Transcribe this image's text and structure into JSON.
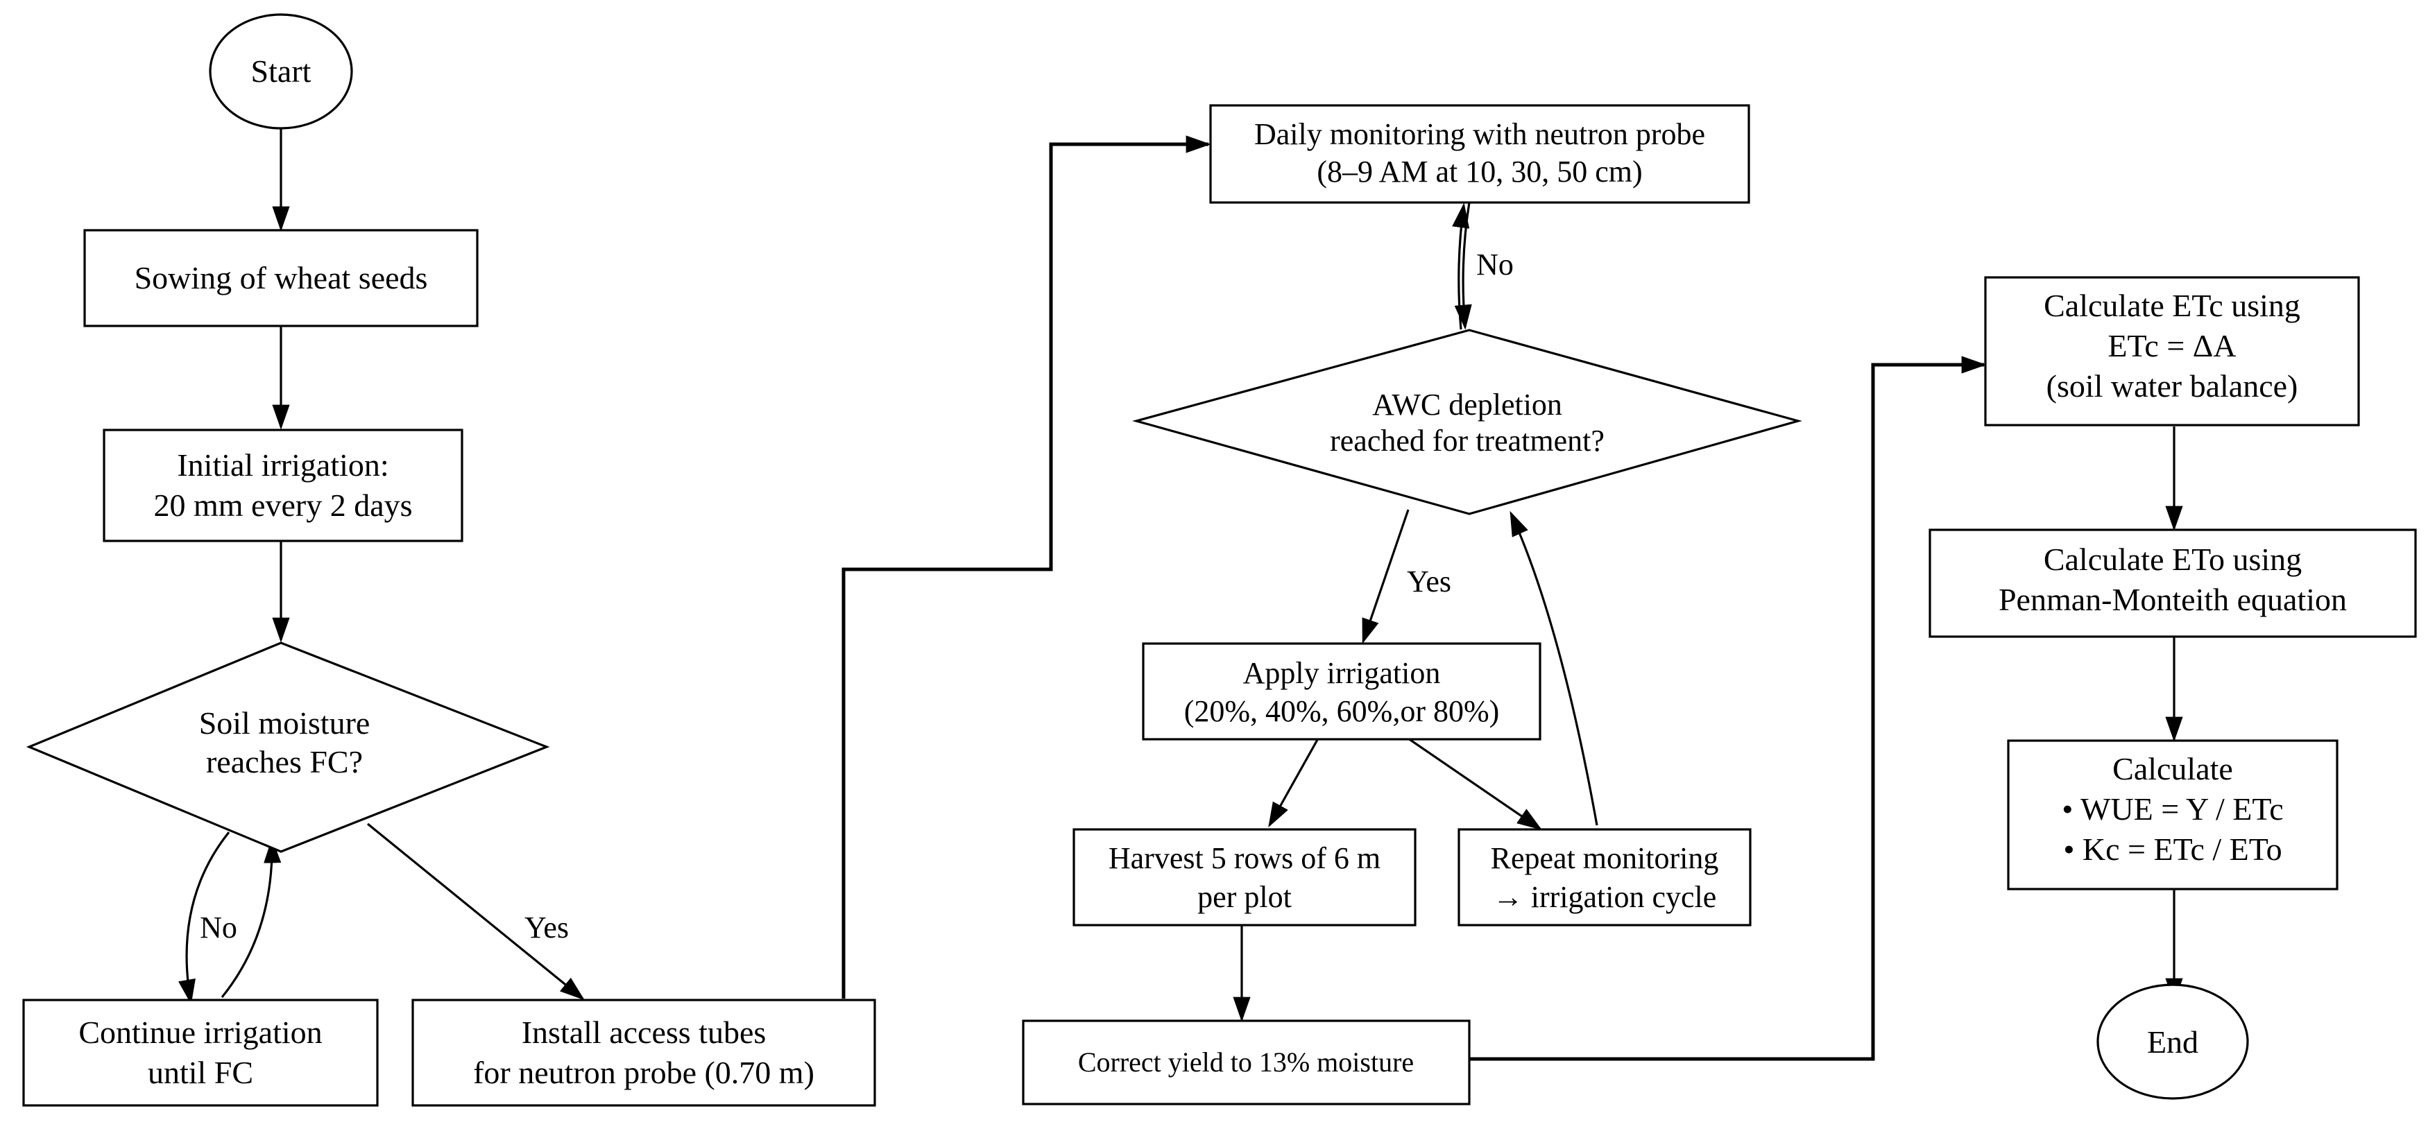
{
  "nodes": {
    "start": "Start",
    "sowing": "Sowing of wheat seeds",
    "initial_irrigation": [
      "Initial irrigation:",
      "20 mm every 2 days"
    ],
    "soil_moisture": [
      "Soil moisture",
      "reaches FC?"
    ],
    "continue_irrigation": [
      "Continue irrigation",
      "until FC"
    ],
    "install_tubes": [
      "Install access tubes",
      "for neutron probe (0.70 m)"
    ],
    "daily_monitoring": [
      "Daily monitoring with neutron probe",
      "(8–9 AM at 10, 30, 50 cm)"
    ],
    "awc_depletion": [
      "AWC depletion",
      "reached for treatment?"
    ],
    "apply_irrigation": [
      "Apply irrigation",
      "(20%, 40%, 60%,or 80%)"
    ],
    "harvest": [
      "Harvest 5 rows of 6 m",
      "per plot"
    ],
    "repeat_monitoring": [
      "Repeat monitoring",
      "→ irrigation cycle"
    ],
    "correct_yield": "Correct yield to 13% moisture",
    "calc_etc": [
      "Calculate ETc using",
      "ETc = ΔA",
      "(soil water balance)"
    ],
    "calc_eto": [
      "Calculate ETo using",
      "Penman-Monteith equation"
    ],
    "calc_wue": [
      "Calculate",
      "• WUE = Y / ETc",
      "• Kc = ETc / ETo"
    ],
    "end": "End"
  },
  "edge_labels": {
    "soil_no": "No",
    "soil_yes": "Yes",
    "awc_no": "No",
    "awc_yes": "Yes"
  }
}
